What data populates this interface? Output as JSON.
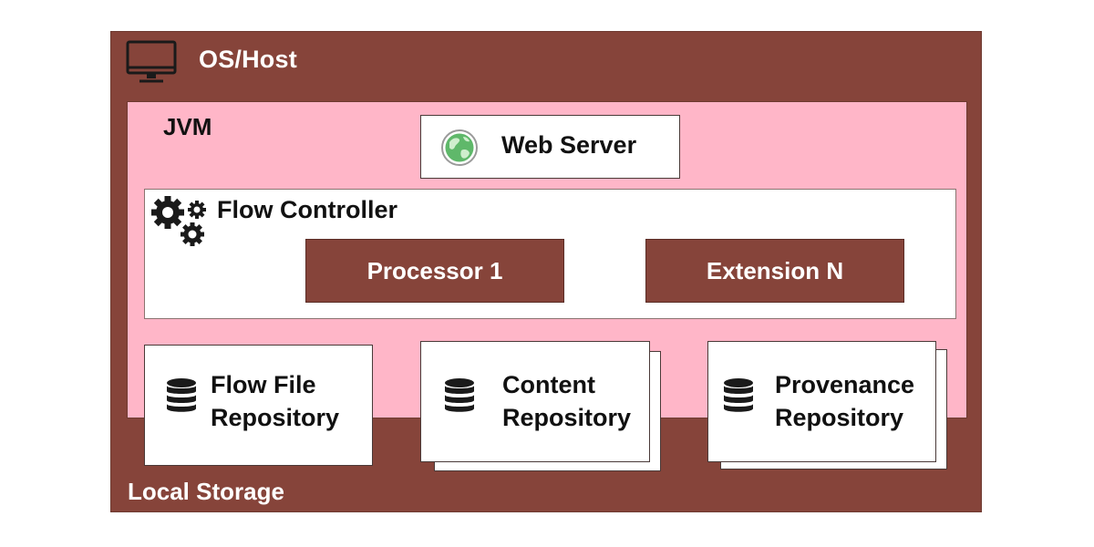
{
  "os_host": {
    "label": "OS/Host",
    "icon": "monitor-icon",
    "color": "#86443a"
  },
  "local_storage": {
    "label": "Local Storage"
  },
  "jvm": {
    "label": "JVM",
    "color": "#ffb6c8"
  },
  "web_server": {
    "label": "Web Server",
    "icon": "globe-icon"
  },
  "flow_controller": {
    "label": "Flow Controller",
    "icon": "gears-icon"
  },
  "components": {
    "processor": "Processor 1",
    "extension": "Extension N"
  },
  "repositories": {
    "flowfile": {
      "line1": "Flow File",
      "line2": "Repository",
      "icon": "database-icon"
    },
    "content": {
      "line1": "Content",
      "line2": "Repository",
      "icon": "database-icon"
    },
    "provenance": {
      "line1": "Provenance",
      "line2": "Repository",
      "icon": "database-icon"
    }
  }
}
